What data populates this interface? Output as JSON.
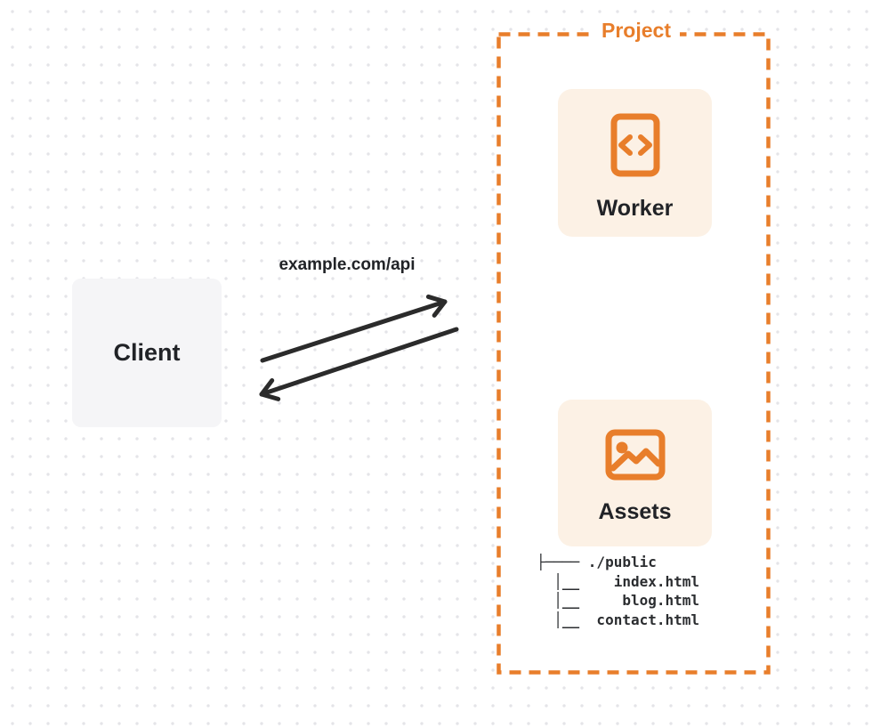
{
  "colors": {
    "accent_orange": "#E87E2B",
    "node_cream_bg": "#FCF1E5",
    "client_gray_bg": "#F5F5F7",
    "ink": "#212327",
    "dot_grid": "#E4E4E8"
  },
  "icons": {
    "worker": "code-file-icon",
    "assets": "image-icon"
  },
  "diagram": {
    "project": {
      "label": "Project"
    },
    "client": {
      "label": "Client"
    },
    "request_label": "example.com/api",
    "worker": {
      "label": "Worker"
    },
    "assets": {
      "label": "Assets"
    },
    "file_tree": {
      "root": "./public",
      "files": [
        "index.html",
        "blog.html",
        "contact.html"
      ],
      "text": "├──── ./public\n  │__    index.html\n  │__     blog.html\n  │__  contact.html"
    }
  }
}
